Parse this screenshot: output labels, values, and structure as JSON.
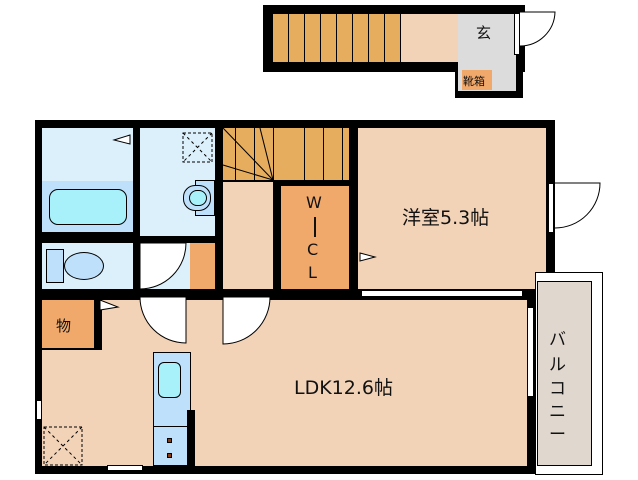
{
  "rooms": {
    "western_room": {
      "label": "洋室5.3帖",
      "size_jou": 5.3
    },
    "ldk": {
      "label": "LDK12.6帖",
      "size_jou": 12.6
    },
    "wic": {
      "letters": [
        "W",
        "I",
        "C",
        "L"
      ]
    },
    "storage": {
      "label": "物"
    },
    "entrance": {
      "label": "玄"
    },
    "shoe_box": {
      "label": "靴箱"
    },
    "balcony": {
      "letters": [
        "バ",
        "ル",
        "コ",
        "ニ",
        "ー"
      ]
    }
  },
  "colors": {
    "wall": "#000000",
    "floor": "#f2d3b8",
    "wet_area": "#dcf0fc",
    "stairs": "#e6ad5e",
    "storage": "#f1a96b",
    "entrance": "#dcdcdc",
    "balcony": "#e0d7cf",
    "fixture": "#bfe0fb",
    "tub": "#a8f0fa"
  }
}
